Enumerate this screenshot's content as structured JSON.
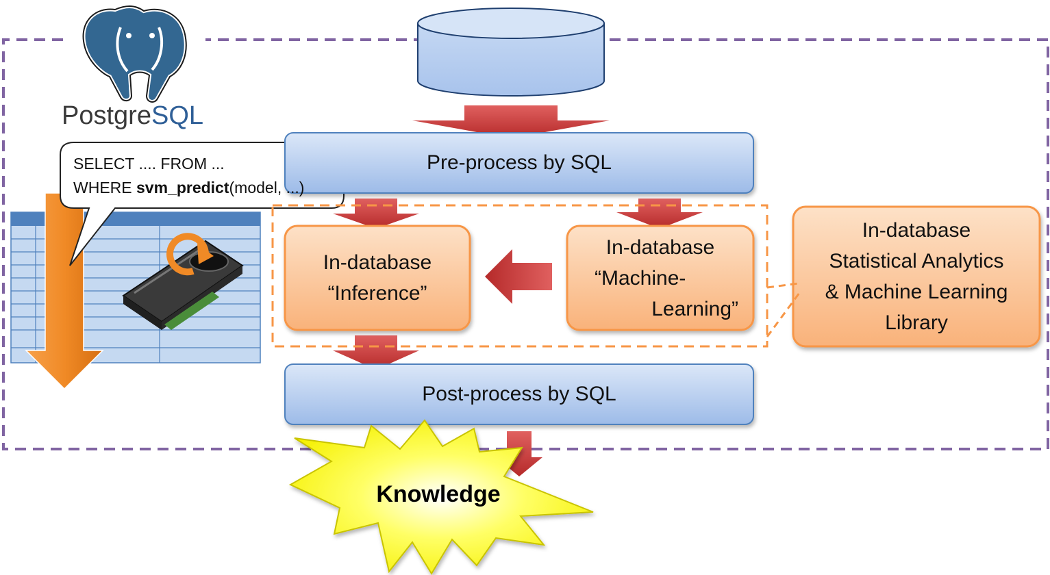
{
  "logo": {
    "name_part1": "Postgre",
    "name_part2": "SQL"
  },
  "query": {
    "line1": "SELECT .... FROM ...",
    "line2_prefix": "WHERE ",
    "line2_func": "svm_predict",
    "line2_suffix": "(model, ...)"
  },
  "steps": {
    "preprocess": "Pre-process by SQL",
    "postprocess": "Post-process by SQL"
  },
  "inference": {
    "line1": "In-database",
    "line2": "“Inference”"
  },
  "machine_learning": {
    "line1": "In-database",
    "line2": "“Machine-",
    "line3": "Learning”"
  },
  "library": {
    "line1": "In-database",
    "line2": "Statistical Analytics",
    "line3": "& Machine Learning",
    "line4": "Library"
  },
  "result": {
    "label": "Knowledge"
  },
  "colors": {
    "db_dashed_border": "#8064a2",
    "process_blue": "#c6d9f1",
    "orange_fill": "#fbc89a",
    "orange_border": "#f79646",
    "arrow_red": "#c0393b",
    "star_yellow": "#ffff55"
  }
}
